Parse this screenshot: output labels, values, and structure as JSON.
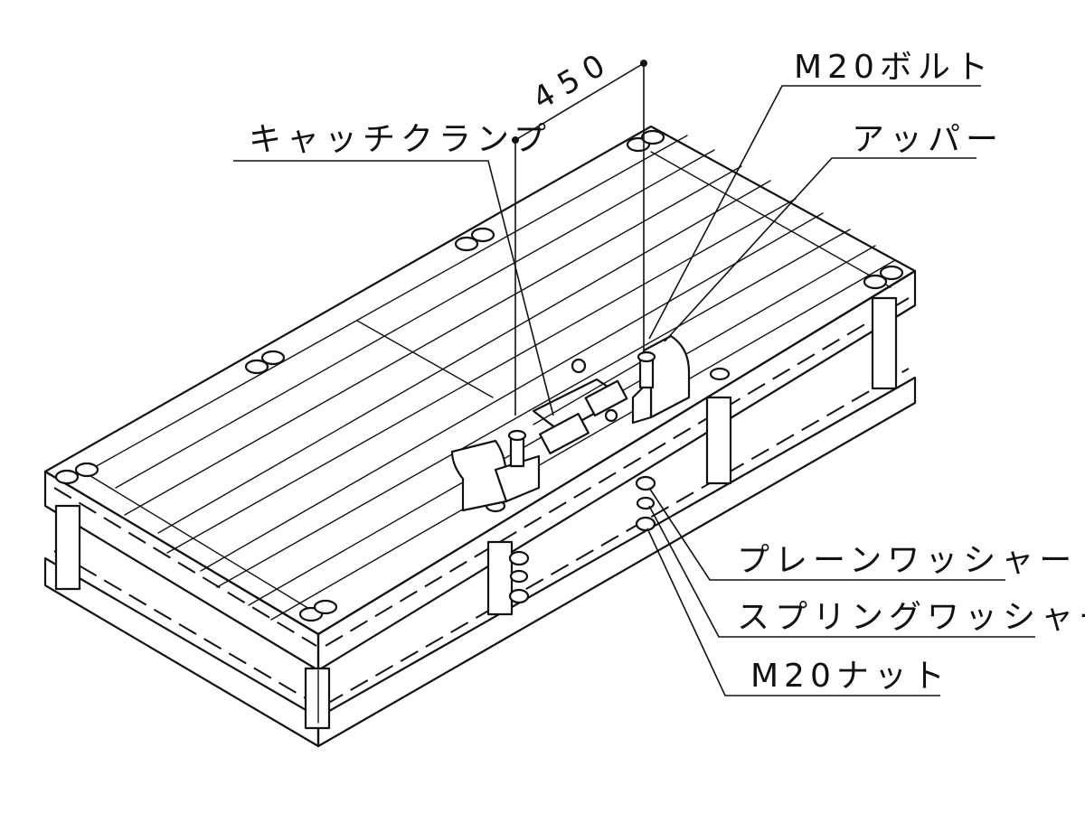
{
  "labels": {
    "catch_clamp": "キャッチクランプ",
    "m20_bolt": "M20ボルト",
    "upper": "アッパー",
    "plain_washer": "プレーンワッシャー",
    "spring_washer": "スプリングワッシャー",
    "m20_nut": "M20ナット"
  },
  "dimension": {
    "spacing": "450"
  }
}
